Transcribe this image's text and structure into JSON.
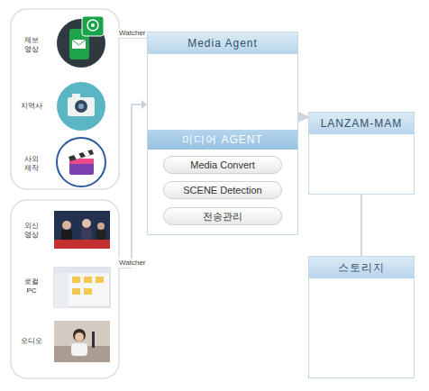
{
  "diagram": {
    "nodes": [
      {
        "text": [
          "Media Agent"
        ]
      },
      {
        "text": [
          "미디어 AGENT"
        ],
        "in": 0
      },
      {
        "text": [
          "Media Convert"
        ],
        "in": 1
      },
      {
        "text": [
          "SCENE Detection"
        ],
        "in": 1
      },
      {
        "text": [
          "전송관리"
        ],
        "in": 1
      },
      {
        "text": [
          "LANZAM-MAM"
        ]
      },
      {
        "text": [
          "스토리지"
        ]
      }
    ],
    "edges": [
      {
        "from": 0,
        "to": 5,
        "arrow": "to"
      },
      {
        "from": 5,
        "to": 6,
        "arrow": "none"
      }
    ],
    "labels": [
      "제보 영상",
      "지역사",
      "사외 제작",
      "외신 영상",
      "로컬 PC",
      "오디오",
      "Watcher",
      "Watcher"
    ]
  }
}
